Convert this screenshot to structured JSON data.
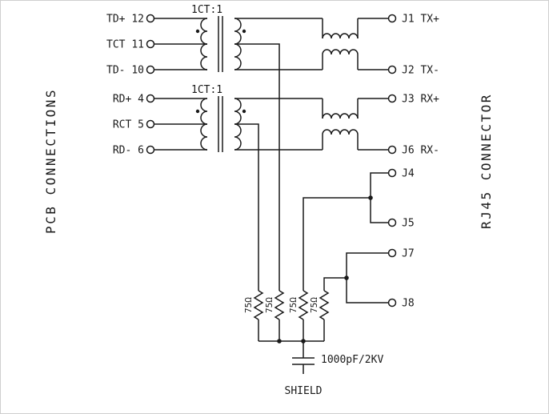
{
  "diagram": {
    "left_title": "PCB CONNECTIONS",
    "right_title": "RJ45 CONNECTOR",
    "transformers": [
      {
        "ratio_label": "1CT:1"
      },
      {
        "ratio_label": "1CT:1"
      }
    ],
    "pcb_pins": [
      {
        "label": "TD+ 12"
      },
      {
        "label": "TCT 11"
      },
      {
        "label": "TD- 10"
      },
      {
        "label": "RD+ 4"
      },
      {
        "label": "RCT 5"
      },
      {
        "label": "RD- 6"
      }
    ],
    "rj45_pins": [
      {
        "label": "J1 TX+"
      },
      {
        "label": "J2 TX-"
      },
      {
        "label": "J3 RX+"
      },
      {
        "label": "J6 RX-"
      },
      {
        "label": "J4"
      },
      {
        "label": "J5"
      },
      {
        "label": "J7"
      },
      {
        "label": "J8"
      }
    ],
    "resistors": [
      {
        "label": "75Ω"
      },
      {
        "label": "75Ω"
      },
      {
        "label": "75Ω"
      },
      {
        "label": "75Ω"
      }
    ],
    "capacitor_label": "1000pF/2KV",
    "shield_label": "SHIELD",
    "line_color": "#1a1a1a",
    "background": "#ffffff"
  }
}
